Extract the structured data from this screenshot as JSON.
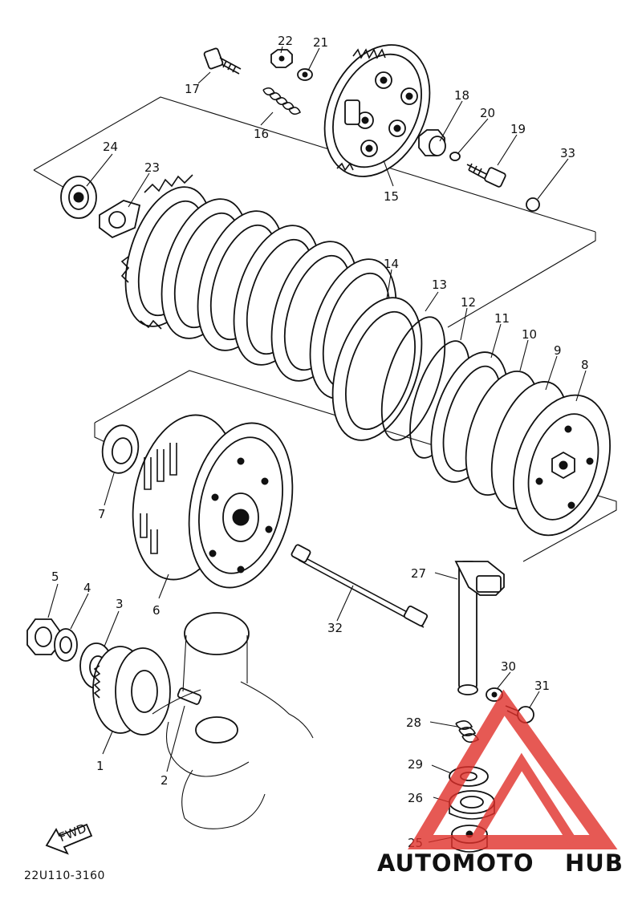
{
  "diagram": {
    "code": "22U110-3160",
    "fwd_label": "FWD",
    "callouts": [
      "1",
      "2",
      "3",
      "4",
      "5",
      "6",
      "7",
      "8",
      "9",
      "10",
      "11",
      "12",
      "13",
      "14",
      "15",
      "16",
      "17",
      "18",
      "19",
      "20",
      "21",
      "22",
      "23",
      "24",
      "25",
      "26",
      "27",
      "28",
      "29",
      "30",
      "31",
      "32",
      "33"
    ]
  },
  "watermark": {
    "part1": "AUTOMOTO",
    "part2": "HUB",
    "colors": {
      "accent": "#e8a33a",
      "dark": "#4a4a4a",
      "logo": "#e0302a"
    }
  }
}
